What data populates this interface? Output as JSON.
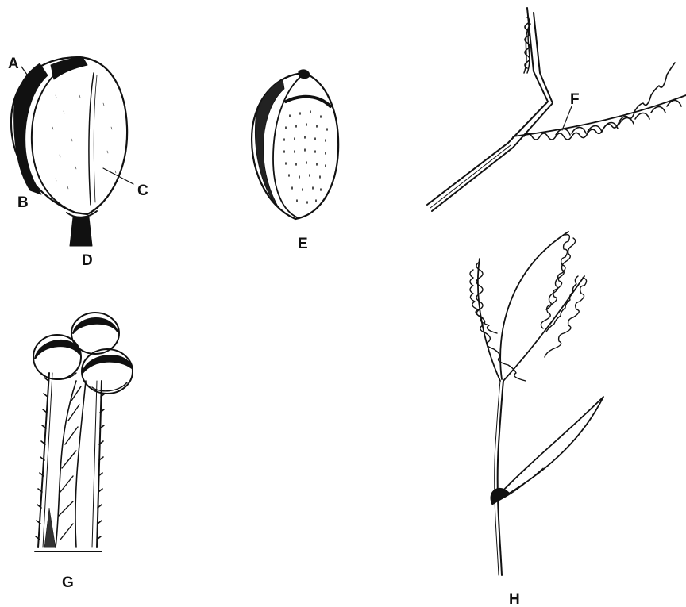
{
  "labels": {
    "a": "A",
    "b": "B",
    "c": "C",
    "d": "D",
    "e": "E",
    "f": "F",
    "g": "G",
    "h": "H"
  },
  "colors": {
    "ink": "#111111",
    "background": "#ffffff"
  }
}
